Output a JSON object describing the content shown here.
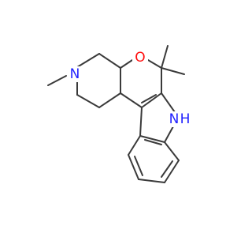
{
  "molecule": {
    "colors": {
      "bond": "#3a3a3a",
      "background": "#ffffff"
    },
    "atoms": [
      {
        "id": "n-methyl",
        "label": ""
      },
      {
        "id": "n-amine",
        "label": "N",
        "color": "#2121ff"
      },
      {
        "id": "c-ring-top",
        "label": ""
      },
      {
        "id": "c-junction-top",
        "label": ""
      },
      {
        "id": "c-junction-bottom",
        "label": ""
      },
      {
        "id": "c-ring-bottom",
        "label": ""
      },
      {
        "id": "c-ring-left",
        "label": ""
      },
      {
        "id": "o-ether",
        "label": "O",
        "color": "#ff0d0d"
      },
      {
        "id": "c-gem",
        "label": ""
      },
      {
        "id": "c-methyl-a",
        "label": ""
      },
      {
        "id": "c-methyl-b",
        "label": ""
      },
      {
        "id": "c-indole-2",
        "label": ""
      },
      {
        "id": "n-indole",
        "label": "N",
        "color": "#2121ff"
      },
      {
        "id": "h-indole",
        "label": "H",
        "color": "#2121ff"
      },
      {
        "id": "c-indole-7a",
        "label": ""
      },
      {
        "id": "c-indole-3a",
        "label": ""
      },
      {
        "id": "c-indole-3",
        "label": ""
      },
      {
        "id": "c-benz-4",
        "label": ""
      },
      {
        "id": "c-benz-5",
        "label": ""
      },
      {
        "id": "c-benz-6",
        "label": ""
      },
      {
        "id": "c-benz-7",
        "label": ""
      }
    ]
  }
}
